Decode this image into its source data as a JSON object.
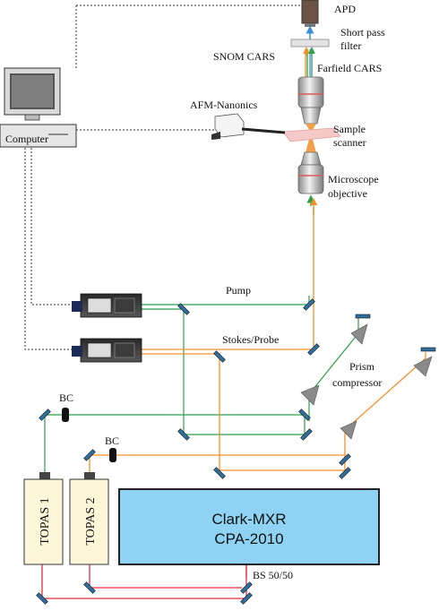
{
  "labels": {
    "apd": "APD",
    "short_pass_filter_line1": "Short pass",
    "short_pass_filter_line2": "filter",
    "snom_cars": "SNOM CARS",
    "farfield_cars": "Farfield CARS",
    "afm_nanonics": "AFM-Nanonics",
    "sample_scanner_line1": "Sample",
    "sample_scanner_line2": "scanner",
    "microscope_objective_line1": "Microscope",
    "microscope_objective_line2": "objective",
    "computer": "Computer",
    "pump": "Pump",
    "stokes_probe": "Stokes/Probe",
    "prism_compressor_line1": "Prism",
    "prism_compressor_line2": "compressor",
    "bc_top": "BC",
    "bc_bottom": "BC",
    "topas1": "TOPAS 1",
    "topas2": "TOPAS 2",
    "laser_line1": "Clark-MXR",
    "laser_line2": "CPA-2010",
    "bs": "BS 50/50"
  },
  "colors": {
    "red_beam": "#e0303a",
    "orange_beam": "#f0902a",
    "green_beam": "#2e9e4a",
    "blue_beam": "#3a8fd8",
    "laser_fill": "#8fd3f4",
    "topas_fill": "#fdf6d8",
    "sample_fill": "#f6c9c9"
  }
}
